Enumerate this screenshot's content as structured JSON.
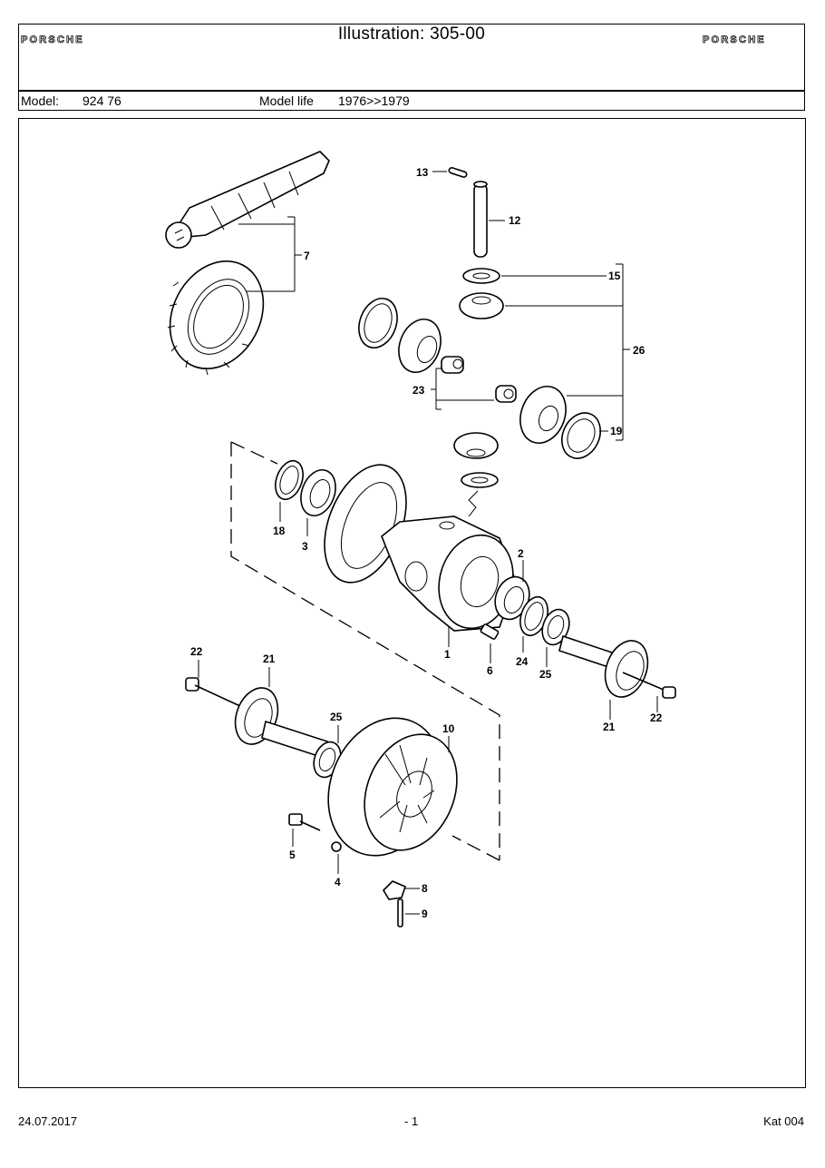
{
  "header": {
    "brand_left": "PORSCHE",
    "brand_right": "PORSCHE",
    "title": "Illustration: 305-00",
    "model_label": "Model:",
    "model_value": "924 76",
    "model_life_label": "Model life",
    "model_life_value": "1976>>1979"
  },
  "callouts": {
    "c1": "1",
    "c2": "2",
    "c3": "3",
    "c4": "4",
    "c5": "5",
    "c6": "6",
    "c7": "7",
    "c8": "8",
    "c9": "9",
    "c10": "10",
    "c12": "12",
    "c13": "13",
    "c15": "15",
    "c18": "18",
    "c19": "19",
    "c21a": "21",
    "c21b": "21",
    "c22a": "22",
    "c22b": "22",
    "c23": "23",
    "c24": "24",
    "c25a": "25",
    "c25b": "25",
    "c26": "26"
  },
  "footer": {
    "date": "24.07.2017",
    "page": "- 1",
    "catalog": "Kat 004"
  }
}
